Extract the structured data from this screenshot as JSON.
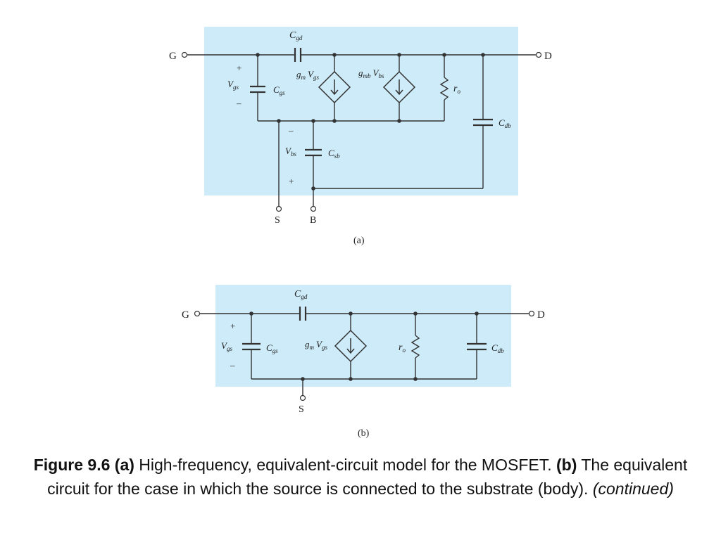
{
  "colors": {
    "panel": "#cdebf8",
    "wire": "#333333",
    "text": "#222222"
  },
  "diagram_a": {
    "terminal_gate": "G",
    "terminal_drain": "D",
    "terminal_source": "S",
    "terminal_body": "B",
    "cgd_main": "C",
    "cgd_sub": "gd",
    "cgs_main": "C",
    "cgs_sub": "gs",
    "csb_main": "C",
    "csb_sub": "sb",
    "cdb_main": "C",
    "cdb_sub": "db",
    "vgs_main": "V",
    "vgs_sub": "gs",
    "vbs_main": "V",
    "vbs_sub": "bs",
    "gm_main": "g",
    "gm_sub": "m",
    "gm_v_main": "V",
    "gm_v_sub": "gs",
    "gmb_main": "g",
    "gmb_sub": "mb",
    "gmb_v_main": "V",
    "gmb_v_sub": "bs",
    "ro_main": "r",
    "ro_sub": "o",
    "plus": "+",
    "minus": "–",
    "label": "(a)"
  },
  "diagram_b": {
    "terminal_gate": "G",
    "terminal_drain": "D",
    "terminal_source": "S",
    "cgd_main": "C",
    "cgd_sub": "gd",
    "cgs_main": "C",
    "cgs_sub": "gs",
    "cdb_main": "C",
    "cdb_sub": "db",
    "vgs_main": "V",
    "vgs_sub": "gs",
    "gm_main": "g",
    "gm_sub": "m",
    "gm_v_main": "V",
    "gm_v_sub": "gs",
    "ro_main": "r",
    "ro_sub": "o",
    "plus": "+",
    "minus": "–",
    "label": "(b)"
  },
  "caption": {
    "figure": "Figure 9.6",
    "part_a_tag": "(a)",
    "part_a_text": "High-frequency, equivalent-circuit model for the MOSFET.",
    "part_b_tag": "(b)",
    "part_b_text": "The equivalent circuit for the case in which the source is connected to the substrate (body).",
    "continued": "(continued)"
  }
}
